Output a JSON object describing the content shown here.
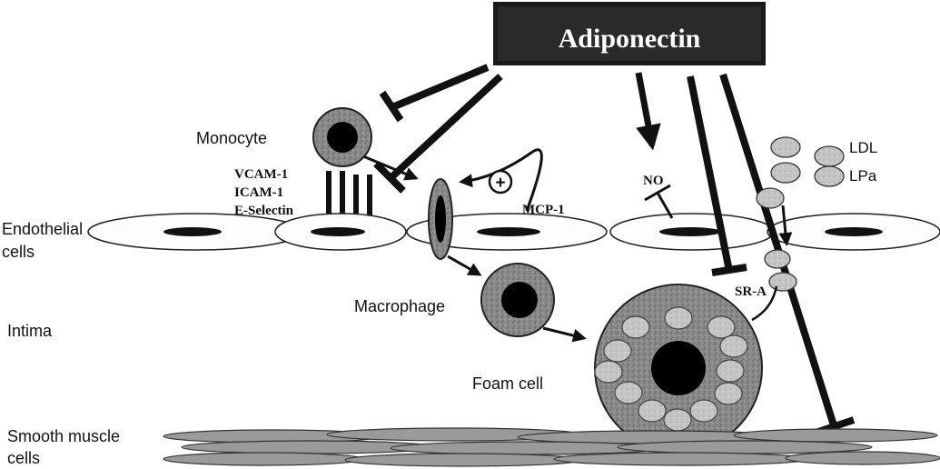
{
  "labels": {
    "adiponectin": "Adiponectin",
    "monocyte": "Monocyte",
    "vcam": "VCAM-1",
    "icam": "ICAM-1",
    "eselectin": "E-Selectin",
    "mcp": "MCP-1",
    "plus": "+",
    "no": "NO",
    "ldl": "LDL",
    "lpa": "LPa",
    "endothelial_1": "Endothelial",
    "endothelial_2": "cells",
    "macrophage": "Macrophage",
    "intima": "Intima",
    "sra": "SR-A",
    "foam_cell": "Foam cell",
    "smooth_1": "Smooth muscle",
    "smooth_2": "cells"
  }
}
